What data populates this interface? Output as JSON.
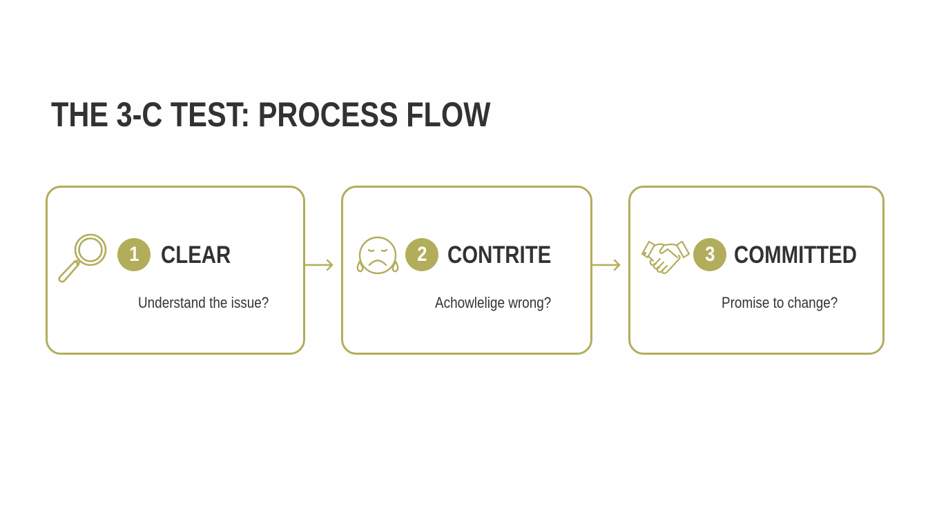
{
  "title": "THE 3-C TEST: PROCESS FLOW",
  "colors": {
    "accent": "#b2ad5b",
    "text": "#333232",
    "background": "#fdfefd"
  },
  "steps": [
    {
      "number": "1",
      "title": "CLEAR",
      "description": "Understand the issue?",
      "icon": "magnifying-glass-icon"
    },
    {
      "number": "2",
      "title": "CONTRITE",
      "description": "Achowlelige wrong?",
      "icon": "sad-face-icon"
    },
    {
      "number": "3",
      "title": "COMMITTED",
      "description": "Promise to change?",
      "icon": "handshake-icon"
    }
  ],
  "connectors": [
    {
      "from": "1",
      "to": "2",
      "icon": "arrow-right-icon"
    },
    {
      "from": "2",
      "to": "3",
      "icon": "arrow-right-icon"
    }
  ]
}
